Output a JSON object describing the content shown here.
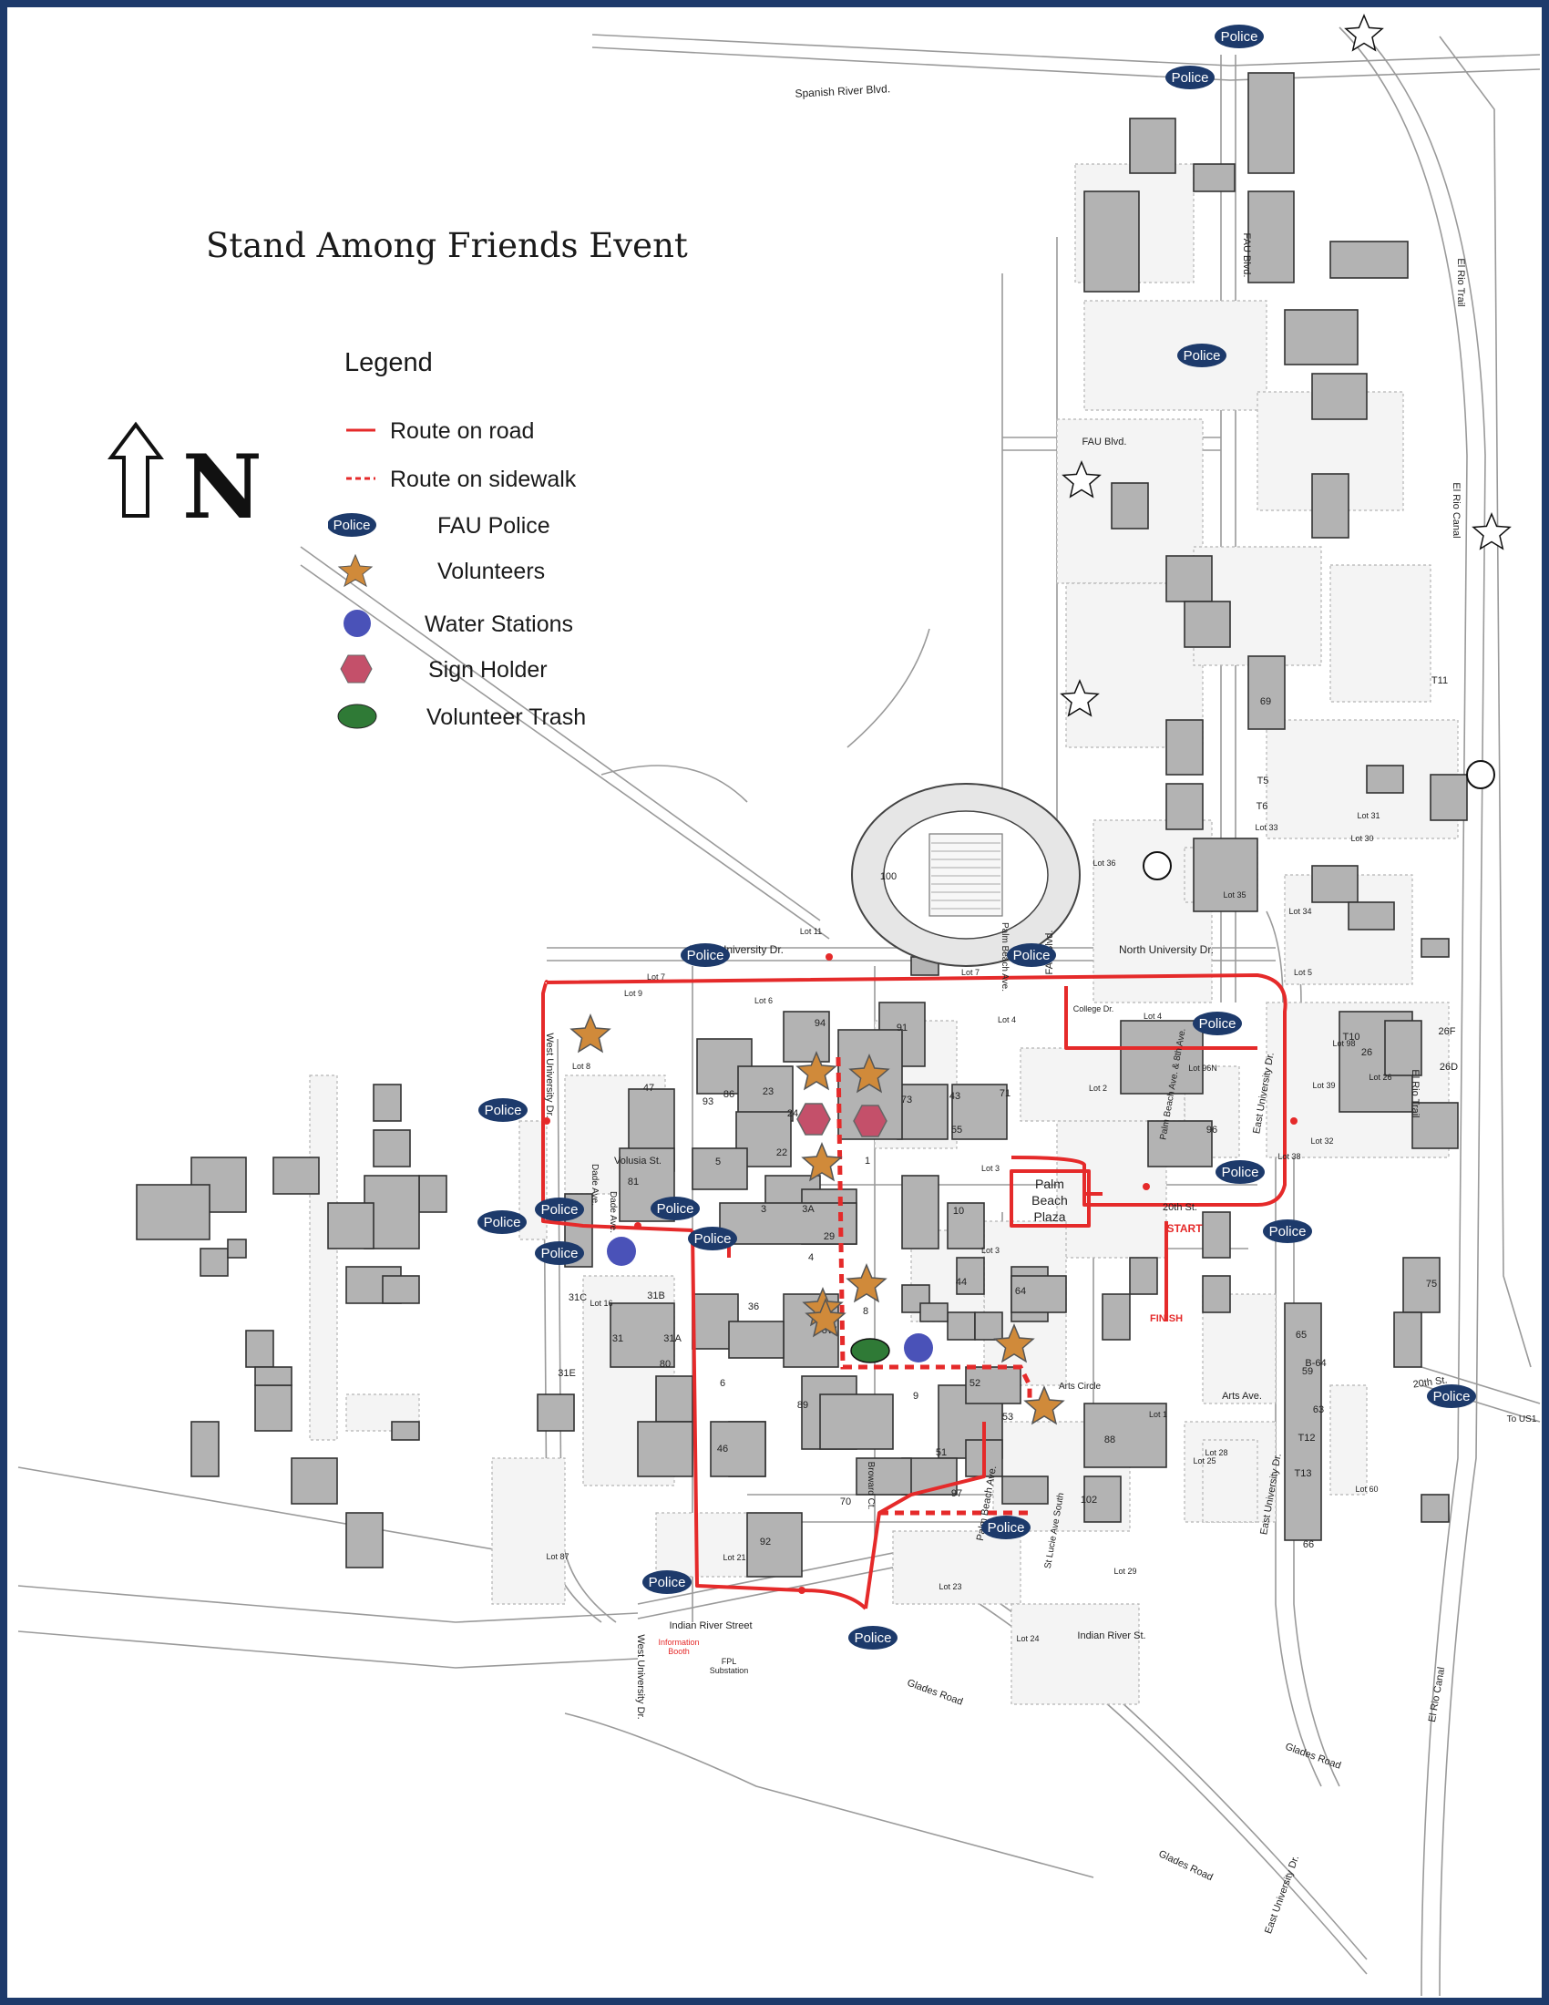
{
  "title": "Stand Among Friends Event",
  "north_label": "N",
  "legend": {
    "heading": "Legend",
    "items": [
      {
        "symbol": "solid-red-line",
        "label": "Route on road"
      },
      {
        "symbol": "dashed-red-line",
        "label": "Route on sidewalk"
      },
      {
        "symbol": "police-badge-icon",
        "label": "FAU Police"
      },
      {
        "symbol": "orange-star-icon",
        "label": "Volunteers"
      },
      {
        "symbol": "blue-circle-icon",
        "label": "Water Stations"
      },
      {
        "symbol": "red-hexagon-icon",
        "label": "Sign Holder"
      },
      {
        "symbol": "green-oval-icon",
        "label": "Volunteer Trash"
      }
    ]
  },
  "police_label": "Police",
  "event_labels": {
    "start": "START",
    "finish": "FINISH",
    "plaza": [
      "Palm",
      "Beach",
      "Plaza"
    ],
    "info": [
      "Information",
      "Booth"
    ],
    "fpl": [
      "FPL",
      "Substation"
    ]
  },
  "streets": [
    "Spanish River Blvd.",
    "FAU Blvd.",
    "FAU Blvd.",
    "FAU Blvd.",
    "North University Dr.",
    "North University Dr.",
    "20th St.",
    "20th St.",
    "Arts Ave.",
    "Indian River Street",
    "Indian River St.",
    "Glades Road",
    "Glades Road",
    "Glades Road",
    "West University Dr.",
    "West University Dr.",
    "East University Dr.",
    "East University Dr.",
    "East University Dr.",
    "El Rio Trail",
    "El Rio Trail",
    "El Rio Canal",
    "El Rio Canal",
    "Palm Beach Ave.",
    "Palm Beach Ave.",
    "Volusia St.",
    "Dade Ave.",
    "Dade Ave.",
    "Broward Ct.",
    "St Lucie Ave South",
    "College Dr.",
    "Palm Beach Ave. & 8th Ave.",
    "To US1",
    "Arts Circle"
  ],
  "lots": [
    "Lot 11",
    "Lot 7",
    "Lot 7",
    "Lot 9",
    "Lot 6",
    "Lot 8",
    "Lot 4",
    "Lot 4",
    "Lot 2",
    "Lot 5",
    "Lot 36",
    "Lot 35",
    "Lot 34",
    "Lot 33",
    "Lot 30",
    "Lot 31",
    "Lot 3",
    "Lot 3",
    "Lot 16",
    "Lot 1",
    "Lot 28",
    "Lot 25",
    "Lot 29",
    "Lot 60",
    "Lot 21",
    "Lot 23",
    "Lot 24",
    "Lot 87",
    "Lot 32",
    "Lot 38",
    "Lot 98",
    "Lot 39",
    "Lot 96N",
    "Lot 26"
  ],
  "buildings": [
    "100",
    "91",
    "94",
    "47",
    "93",
    "86",
    "23",
    "24",
    "73",
    "43",
    "71",
    "55",
    "5",
    "22",
    "1",
    "81",
    "3",
    "3A",
    "10",
    "29",
    "4",
    "36",
    "8",
    "8W",
    "44",
    "64",
    "31C",
    "31B",
    "31",
    "31A",
    "31E",
    "80",
    "6",
    "89",
    "9",
    "52",
    "53",
    "88",
    "46",
    "51",
    "97",
    "70",
    "102",
    "92",
    "69",
    "T11",
    "T5",
    "T6",
    "26",
    "26F",
    "26D",
    "96",
    "75",
    "66",
    "B-64",
    "T10",
    "65",
    "59",
    "63",
    "T12",
    "T13"
  ],
  "colors": {
    "route": "#e52a2a",
    "police": "#1d3a6b",
    "volunteer_star": "#d08a3a",
    "water": "#4a52b8",
    "sign": "#c4506a",
    "trash": "#2f7a36",
    "building": "#b3b3b3",
    "frame": "#1d3a6b"
  },
  "markers": {
    "police_count": 18,
    "volunteer_count": 9,
    "water_count": 2,
    "sign_count": 2,
    "trash_count": 1,
    "blank_star_count": 4
  }
}
